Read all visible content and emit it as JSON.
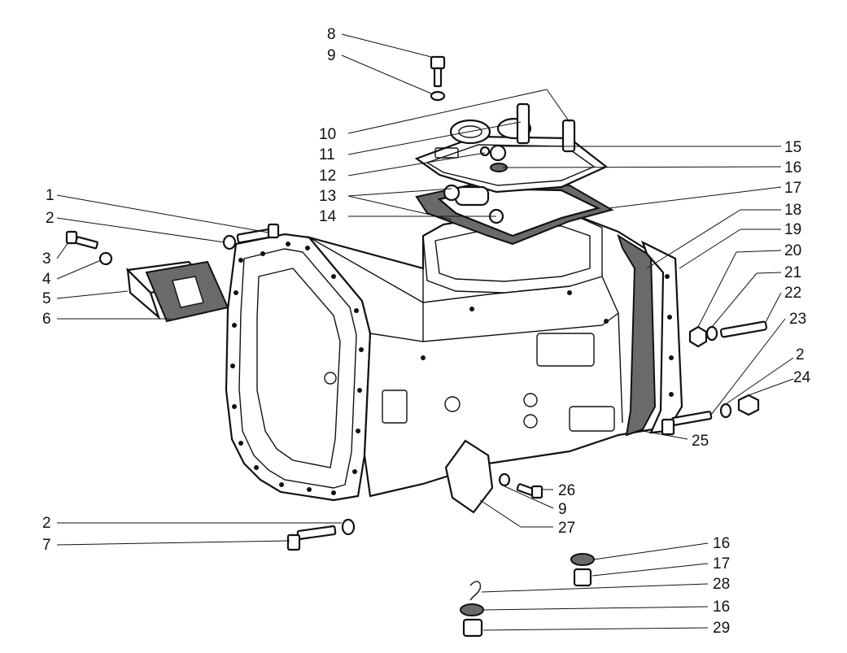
{
  "diagram": {
    "callouts": [
      {
        "id": "c8",
        "text": "8"
      },
      {
        "id": "c9a",
        "text": "9"
      },
      {
        "id": "c10",
        "text": "10"
      },
      {
        "id": "c11",
        "text": "11"
      },
      {
        "id": "c12",
        "text": "12"
      },
      {
        "id": "c13",
        "text": "13"
      },
      {
        "id": "c14",
        "text": "14"
      },
      {
        "id": "c15",
        "text": "15"
      },
      {
        "id": "c16a",
        "text": "16"
      },
      {
        "id": "c17a",
        "text": "17"
      },
      {
        "id": "c18",
        "text": "18"
      },
      {
        "id": "c19",
        "text": "19"
      },
      {
        "id": "c20",
        "text": "20"
      },
      {
        "id": "c21",
        "text": "21"
      },
      {
        "id": "c22",
        "text": "22"
      },
      {
        "id": "c23",
        "text": "23"
      },
      {
        "id": "c2a",
        "text": "2"
      },
      {
        "id": "c24",
        "text": "24"
      },
      {
        "id": "c25",
        "text": "25"
      },
      {
        "id": "c26",
        "text": "26"
      },
      {
        "id": "c9b",
        "text": "9"
      },
      {
        "id": "c27",
        "text": "27"
      },
      {
        "id": "c1",
        "text": "1"
      },
      {
        "id": "c2b",
        "text": "2"
      },
      {
        "id": "c3",
        "text": "3"
      },
      {
        "id": "c4",
        "text": "4"
      },
      {
        "id": "c5",
        "text": "5"
      },
      {
        "id": "c6",
        "text": "6"
      },
      {
        "id": "c2c",
        "text": "2"
      },
      {
        "id": "c7",
        "text": "7"
      },
      {
        "id": "c16b",
        "text": "16"
      },
      {
        "id": "c17b",
        "text": "17"
      },
      {
        "id": "c28",
        "text": "28"
      },
      {
        "id": "c16c",
        "text": "16"
      },
      {
        "id": "c29",
        "text": "29"
      }
    ]
  }
}
